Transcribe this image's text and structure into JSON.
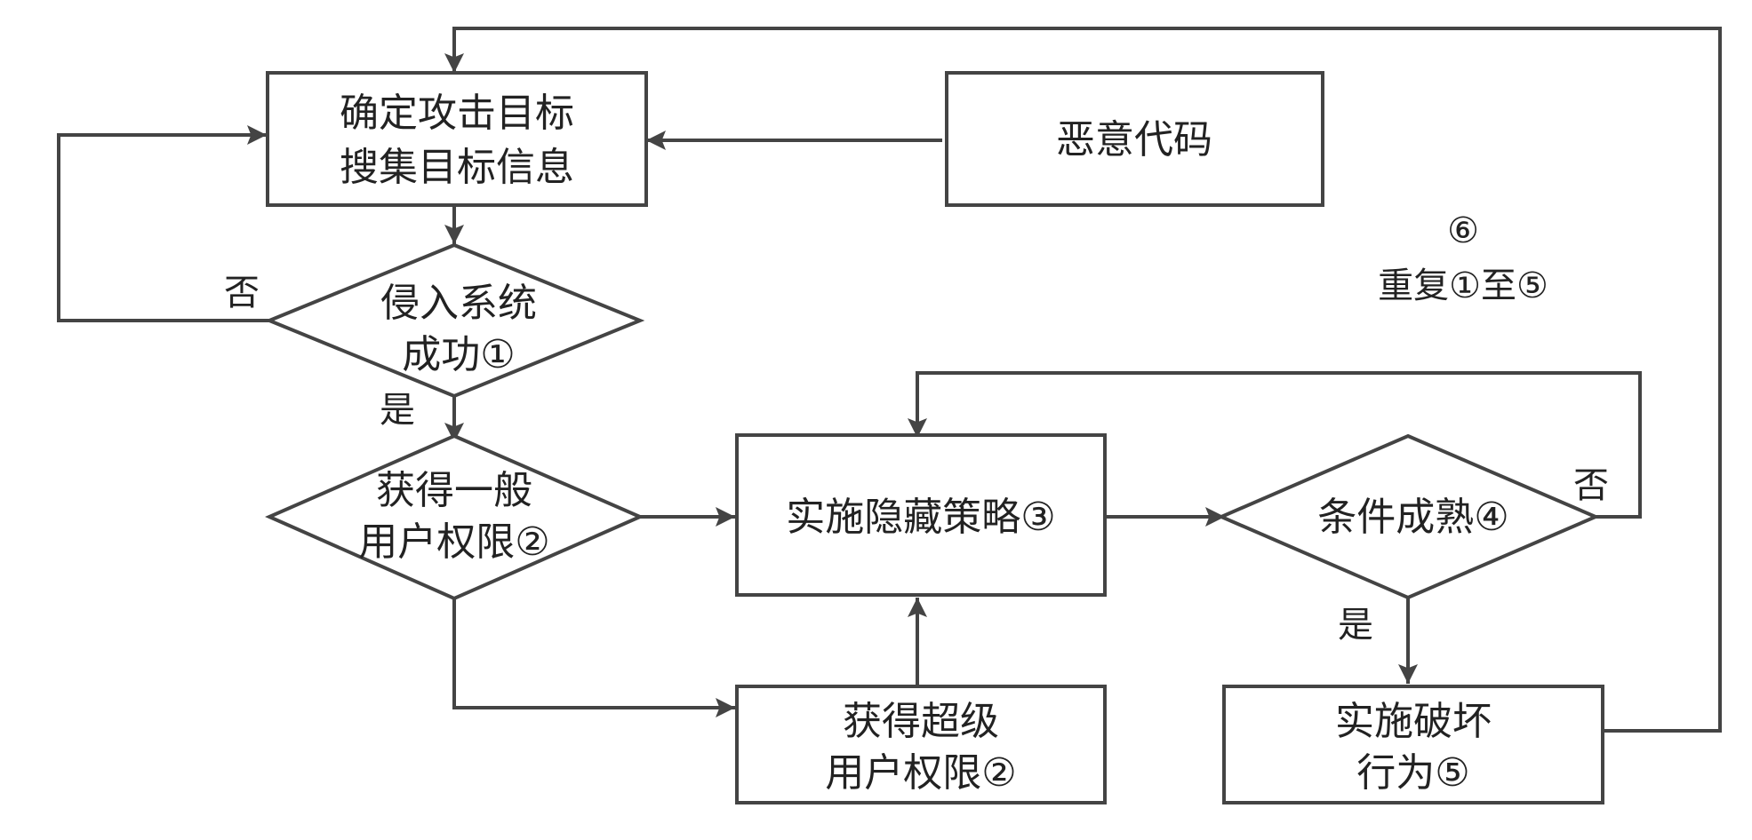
{
  "diagram": {
    "type": "flowchart",
    "nodes": [
      {
        "id": "target",
        "shape": "rect",
        "lines": [
          "确定攻击目标",
          "搜集目标信息"
        ]
      },
      {
        "id": "malware",
        "shape": "rect",
        "lines": [
          "恶意代码"
        ]
      },
      {
        "id": "intrude",
        "shape": "diamond",
        "lines": [
          "侵入系统",
          "成功①"
        ]
      },
      {
        "id": "normal_priv",
        "shape": "diamond",
        "lines": [
          "获得一般",
          "用户权限②"
        ]
      },
      {
        "id": "hide",
        "shape": "rect",
        "lines": [
          "实施隐藏策略③"
        ]
      },
      {
        "id": "super_priv",
        "shape": "rect",
        "lines": [
          "获得超级",
          "用户权限②"
        ]
      },
      {
        "id": "ready",
        "shape": "diamond",
        "lines": [
          "条件成熟④"
        ]
      },
      {
        "id": "destroy",
        "shape": "rect",
        "lines": [
          "实施破坏",
          "行为⑤"
        ]
      }
    ],
    "edges": [
      {
        "from": "malware",
        "to": "target",
        "label": ""
      },
      {
        "from": "target",
        "to": "intrude",
        "label": ""
      },
      {
        "from": "intrude",
        "to": "target",
        "label": "否"
      },
      {
        "from": "intrude",
        "to": "normal_priv",
        "label": "是"
      },
      {
        "from": "normal_priv",
        "to": "hide",
        "label": ""
      },
      {
        "from": "normal_priv",
        "to": "super_priv",
        "label": ""
      },
      {
        "from": "super_priv",
        "to": "hide",
        "label": ""
      },
      {
        "from": "hide",
        "to": "ready",
        "label": ""
      },
      {
        "from": "ready",
        "to": "hide",
        "label": "否"
      },
      {
        "from": "ready",
        "to": "destroy",
        "label": "是"
      },
      {
        "from": "destroy",
        "to": "target",
        "label": ""
      }
    ],
    "annotation": {
      "lines": [
        "⑥",
        "重复①至⑤"
      ]
    }
  }
}
